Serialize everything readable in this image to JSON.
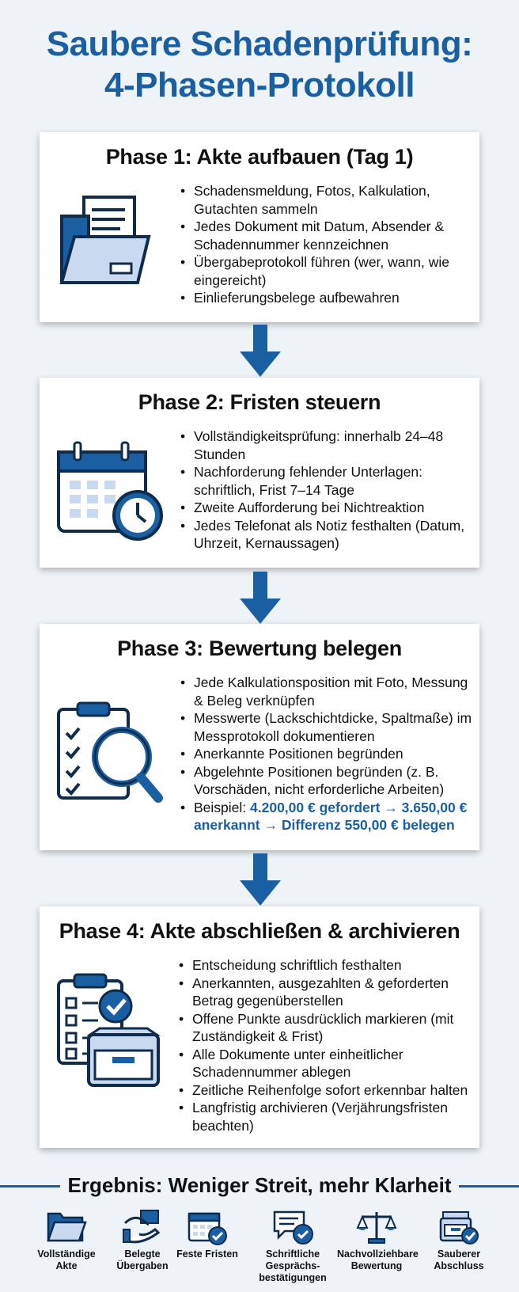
{
  "title": {
    "line1": "Saubere Schadenprüfung:",
    "line2": "4-Phasen-Protokoll"
  },
  "colors": {
    "accent": "#1b5fa3",
    "light_accent": "#c9daf0",
    "background": "#eef3f8"
  },
  "phases": [
    {
      "heading": "Phase 1: Akte aufbauen (Tag 1)",
      "icon": "document-folder-icon",
      "bullets": [
        "Schadensmeldung, Fotos, Kalkulation, Gutachten sammeln",
        "Jedes Dokument mit Datum, Absender & Schadennummer kennzeichnen",
        "Übergabeprotokoll führen (wer, wann, wie eingereicht)",
        "Einlieferungsbelege aufbewahren"
      ]
    },
    {
      "heading": "Phase 2: Fristen steuern",
      "icon": "calendar-clock-icon",
      "bullets": [
        "Vollständigkeitsprüfung: innerhalb 24–48 Stunden",
        "Nachforderung fehlender Unterlagen: schriftlich, Frist 7–14 Tage",
        "Zweite Aufforderung bei Nichtreaktion",
        "Jedes Telefonat als Notiz festhalten (Datum, Uhrzeit, Kernaussagen)"
      ]
    },
    {
      "heading": "Phase 3: Bewertung belegen",
      "icon": "checklist-magnifier-icon",
      "bullets": [
        "Jede Kalkulationsposition mit Foto, Messung & Beleg verknüpfen",
        "Messwerte (Lackschichtdicke, Spaltmaße) im Messprotokoll dokumentieren",
        "Anerkannte Positionen begründen",
        "Abgelehnte Positionen begründen (z. B. Vorschäden, nicht erforderliche Arbeiten)"
      ],
      "example_prefix": "Beispiel: ",
      "example_highlight": "4.200,00 € gefordert → 3.650,00 € anerkannt → Differenz 550,00 € belegen"
    },
    {
      "heading": "Phase 4: Akte abschließen & archivieren",
      "icon": "checklist-archive-icon",
      "bullets": [
        "Entscheidung schriftlich festhalten",
        "Anerkannten, ausgezahlten & geforderten Betrag gegenüberstellen",
        "Offene Punkte ausdrücklich markieren (mit Zuständigkeit & Frist)",
        "Alle Dokumente unter einheitlicher Schadennummer ablegen",
        "Zeitliche Reihenfolge sofort erkennbar halten",
        "Langfristig archivieren (Verjährungsfristen beachten)"
      ]
    }
  ],
  "result": {
    "title": "Ergebnis: Weniger Streit, mehr Klarheit",
    "items": [
      {
        "label": "Vollständige Akte",
        "icon": "folder-icon"
      },
      {
        "label": "Belegte Übergaben",
        "icon": "handover-icon"
      },
      {
        "label": "Feste Fristen",
        "icon": "calendar-check-icon"
      },
      {
        "label": "Schriftliche Gesprächs­bestätigungen",
        "icon": "speech-bubble-check-icon"
      },
      {
        "label": "Nachvollziehbare Bewertung",
        "icon": "scales-icon"
      },
      {
        "label": "Sauberer Abschluss",
        "icon": "archive-box-check-icon"
      }
    ]
  }
}
